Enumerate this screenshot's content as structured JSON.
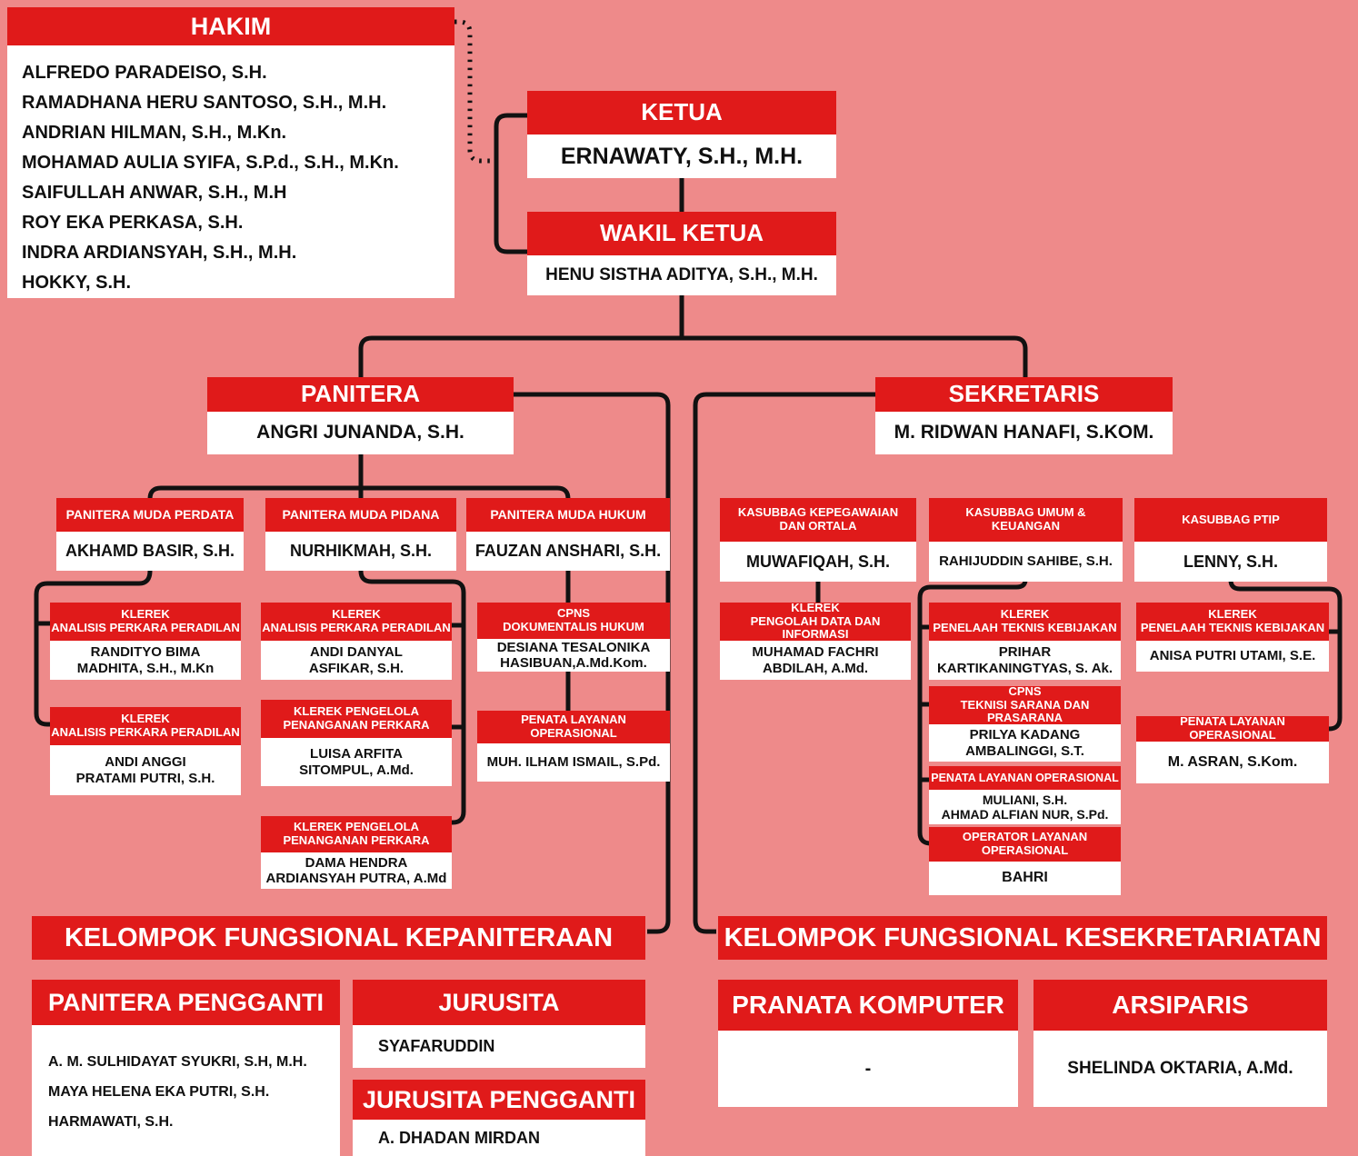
{
  "colors": {
    "background": "#ee8a8a",
    "accent_red": "#e01a1a",
    "line_black": "#111111",
    "box_white": "#ffffff"
  },
  "boxes": {
    "hakim": {
      "title": "HAKIM",
      "names": [
        "ALFREDO PARADEISO, S.H.",
        "RAMADHANA HERU SANTOSO, S.H., M.H.",
        "ANDRIAN HILMAN, S.H., M.Kn.",
        "MOHAMAD AULIA SYIFA, S.P.d., S.H., M.Kn.",
        "SAIFULLAH ANWAR, S.H., M.H",
        "ROY EKA PERKASA, S.H.",
        "INDRA ARDIANSYAH, S.H., M.H.",
        "HOKKY, S.H."
      ]
    },
    "ketua": {
      "title": "KETUA",
      "person": "ERNAWATY, S.H., M.H."
    },
    "wakil_ketua": {
      "title": "WAKIL KETUA",
      "person": "HENU SISTHA ADITYA, S.H., M.H."
    },
    "panitera": {
      "title": "PANITERA",
      "person": "ANGRI JUNANDA, S.H."
    },
    "sekretaris": {
      "title": "SEKRETARIS",
      "person": "M. RIDWAN HANAFI, S.KOM."
    },
    "pm_perdata": {
      "title": "PANITERA MUDA PERDATA",
      "person": "AKHAMD BASIR, S.H."
    },
    "pm_pidana": {
      "title": "PANITERA MUDA PIDANA",
      "person": "NURHIKMAH, S.H."
    },
    "pm_hukum": {
      "title": "PANITERA MUDA HUKUM",
      "person": "FAUZAN ANSHARI, S.H."
    },
    "ks_kepegawaian": {
      "title": "KASUBBAG KEPEGAWAIAN\nDAN ORTALA",
      "person": "MUWAFIQAH, S.H."
    },
    "ks_umum": {
      "title": "KASUBBAG UMUM &\nKEUANGAN",
      "person": "RAHIJUDDIN SAHIBE, S.H."
    },
    "ks_ptip": {
      "title": "KASUBBAG PTIP",
      "person": "LENNY, S.H."
    },
    "klerek_randityo": {
      "title": "KLEREK\nANALISIS PERKARA PERADILAN",
      "person": "RANDITYO BIMA\nMADHITA, S.H., M.Kn"
    },
    "klerek_anggi": {
      "title": "KLEREK\nANALISIS PERKARA PERADILAN",
      "person": "ANDI ANGGI\nPRATAMI PUTRI, S.H."
    },
    "klerek_danyal": {
      "title": "KLEREK\nANALISIS PERKARA PERADILAN",
      "person": "ANDI DANYAL\nASFIKAR, S.H."
    },
    "klerek_luisa": {
      "title": "KLEREK PENGELOLA\nPENANGANAN PERKARA",
      "person": "LUISA ARFITA\nSITOMPUL, A.Md."
    },
    "klerek_dama": {
      "title": "KLEREK PENGELOLA\nPENANGANAN PERKARA",
      "person": "DAMA HENDRA\nARDIANSYAH PUTRA, A.Md"
    },
    "cpns_dokumentalis": {
      "title": "CPNS\nDOKUMENTALIS HUKUM",
      "person": "DESIANA TESALONIKA\nHASIBUAN,A.Md.Kom."
    },
    "penata_ilham": {
      "title": "PENATA LAYANAN OPERASIONAL",
      "person": "MUH. ILHAM ISMAIL, S.Pd."
    },
    "klerek_pengolah": {
      "title": "KLEREK\nPENGOLAH DATA DAN INFORMASI",
      "person": "MUHAMAD FACHRI\nABDILAH, A.Md."
    },
    "klerek_prihar": {
      "title": "KLEREK\nPENELAAH TEKNIS KEBIJAKAN",
      "person": "PRIHAR\nKARTIKANINGTYAS, S. Ak."
    },
    "cpns_teknisi": {
      "title": "CPNS\nTEKNISI SARANA DAN PRASARANA",
      "person": "PRILYA KADANG\nAMBALINGGI, S.T."
    },
    "penata_muliani": {
      "title": "PENATA LAYANAN OPERASIONAL",
      "person": "MULIANI, S.H.\nAHMAD ALFIAN NUR, S.Pd."
    },
    "operator_bahri": {
      "title": "OPERATOR LAYANAN\nOPERASIONAL",
      "person": "BAHRI"
    },
    "klerek_anisa": {
      "title": "KLEREK\nPENELAAH TEKNIS KEBIJAKAN",
      "person": "ANISA PUTRI UTAMI, S.E."
    },
    "penata_asran": {
      "title": "PENATA LAYANAN OPERASIONAL",
      "person": "M. ASRAN, S.Kom."
    },
    "bar_kepaniteraan": {
      "title": "KELOMPOK FUNGSIONAL KEPANITERAAN"
    },
    "bar_kesekretariatan": {
      "title": "KELOMPOK FUNGSIONAL KESEKRETARIATAN"
    },
    "panitera_pengganti": {
      "title": "PANITERA PENGGANTI",
      "names": [
        "A. M. SULHIDAYAT SYUKRI, S.H, M.H.",
        "MAYA HELENA EKA PUTRI, S.H.",
        "HARMAWATI, S.H."
      ]
    },
    "jurusita": {
      "title": "JURUSITA",
      "person": "SYAFARUDDIN"
    },
    "jurusita_pengganti": {
      "title": "JURUSITA PENGGANTI",
      "person": "A. DHADAN MIRDAN"
    },
    "pranata_komputer": {
      "title": "PRANATA KOMPUTER",
      "person": "-"
    },
    "arsiparis": {
      "title": "ARSIPARIS",
      "person": "SHELINDA OKTARIA, A.Md."
    }
  }
}
